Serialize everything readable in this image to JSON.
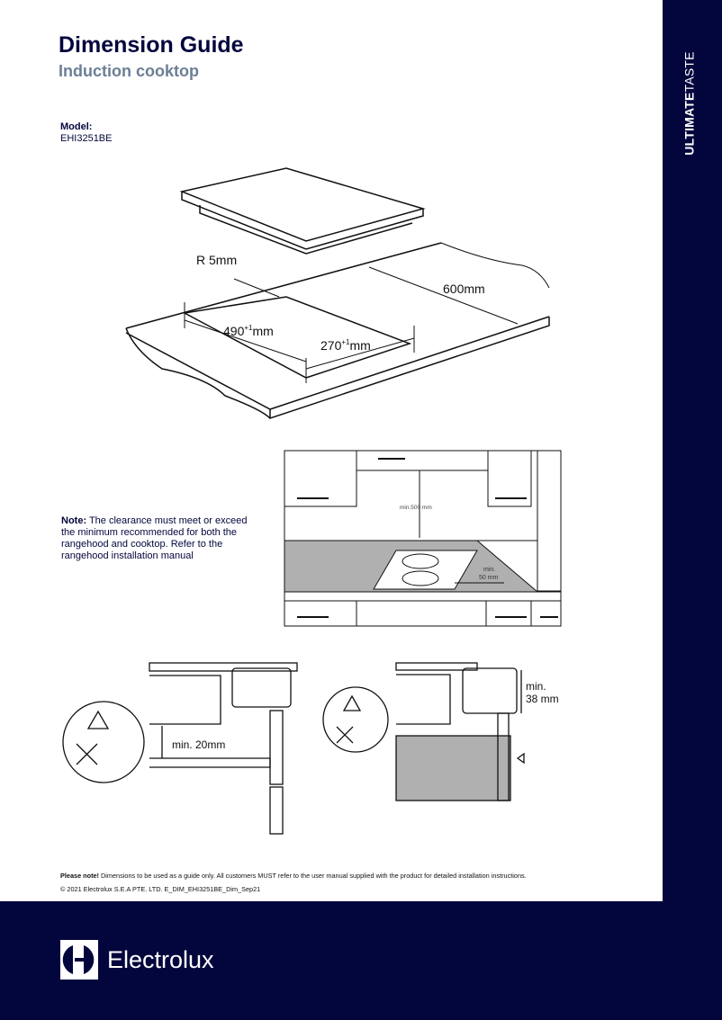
{
  "header": {
    "title": "Dimension Guide",
    "subtitle": "Induction cooktop"
  },
  "model": {
    "label": "Model:",
    "value": "EHI3251BE"
  },
  "sidebar": {
    "tag_bold": "ULTIMATE",
    "tag_light": "TASTE"
  },
  "diagram_top": {
    "radius": "R 5mm",
    "depth": "600mm",
    "width": "490",
    "width_tol": "+1",
    "width_unit": "mm",
    "height": "270",
    "height_tol": "+1",
    "height_unit": "mm"
  },
  "diagram_kitchen": {
    "hood_clearance": "min.500 mm",
    "side_clearance_1": "min.",
    "side_clearance_2": "50 mm"
  },
  "note": {
    "label": "Note:",
    "text": " The clearance must meet or exceed the minimum recommended for both the rangehood and cooktop. Refer to the rangehood installation manual"
  },
  "diagram_bottom_left": {
    "clearance": "min. 20mm"
  },
  "diagram_bottom_right": {
    "clearance_1": "min.",
    "clearance_2": "38 mm"
  },
  "footer": {
    "disclaimer_label": "Please note!",
    "disclaimer": " Dimensions to be used as a guide only. All customers MUST refer to the user manual supplied with the product for detailed installation instructions.",
    "copyright": "© 2021 Electrolux S.E.A PTE. LTD. E_DIM_EHI3251BE_Dim_Sep21",
    "brand": "Electrolux"
  },
  "colors": {
    "navy": "#03063d",
    "slate": "#6b7f95",
    "counter_grey": "#b0b0b0"
  }
}
